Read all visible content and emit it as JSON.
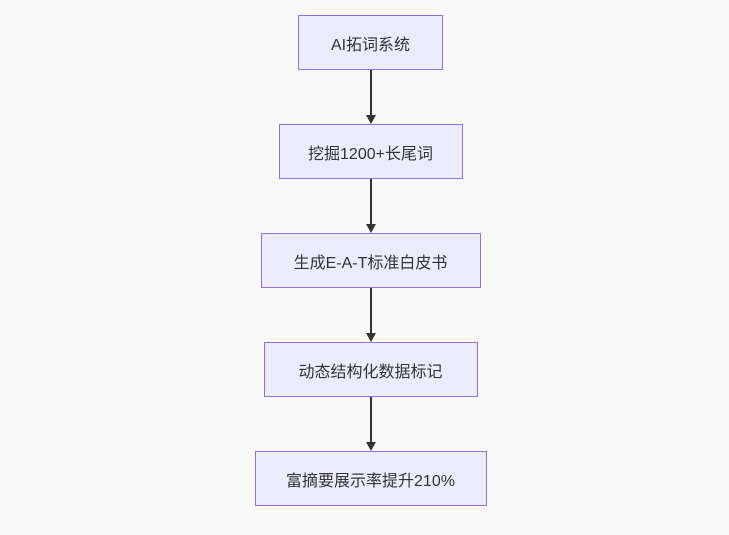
{
  "diagram": {
    "type": "flowchart-top-down",
    "colors": {
      "canvas_background": "#fafafa",
      "node_fill": "#ECECFF",
      "node_border": "#9370DB",
      "node_text": "#333333",
      "arrow": "#333333"
    },
    "nodes": [
      {
        "id": "step-1",
        "label": "AI拓词系统"
      },
      {
        "id": "step-2",
        "label": "挖掘1200+长尾词"
      },
      {
        "id": "step-3",
        "label": "生成E-A-T标准白皮书"
      },
      {
        "id": "step-4",
        "label": "动态结构化数据标记"
      },
      {
        "id": "step-5",
        "label": "富摘要展示率提升210%"
      }
    ],
    "edges": [
      {
        "from": "step-1",
        "to": "step-2"
      },
      {
        "from": "step-2",
        "to": "step-3"
      },
      {
        "from": "step-3",
        "to": "step-4"
      },
      {
        "from": "step-4",
        "to": "step-5"
      }
    ]
  }
}
